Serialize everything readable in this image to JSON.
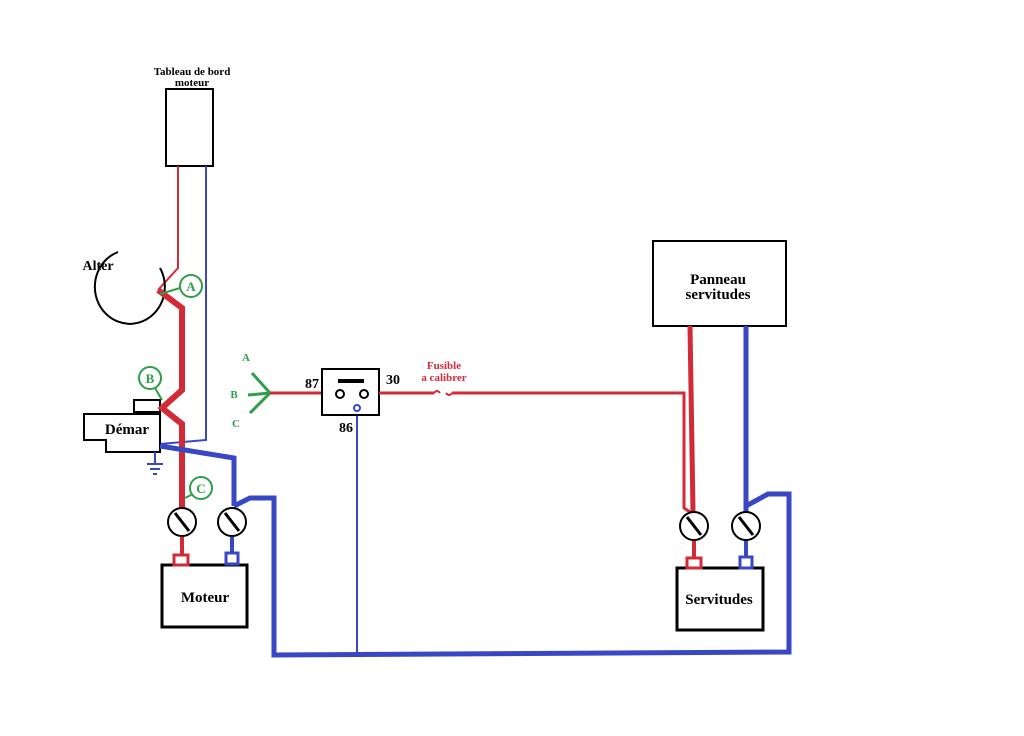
{
  "labels": {
    "dashboard_line1": "Tableau de bord",
    "dashboard_line2": "moteur",
    "alternator": "Alter",
    "starter": "Démar",
    "motor_battery": "Moteur",
    "panel_line1": "Panneau",
    "panel_line2": "servitudes",
    "service_battery": "Servitudes",
    "fuse_line1": "Fusible",
    "fuse_line2": "a calibrer",
    "relay_pin_87": "87",
    "relay_pin_30": "30",
    "relay_pin_86": "86",
    "point_a": "A",
    "point_b": "B",
    "point_c": "C",
    "option_a": "A",
    "option_b": "B",
    "option_c": "C"
  },
  "colors": {
    "positive": "#d22b37",
    "negative": "#3a47c4",
    "marker": "#2e9e4a",
    "outline": "#000000"
  }
}
